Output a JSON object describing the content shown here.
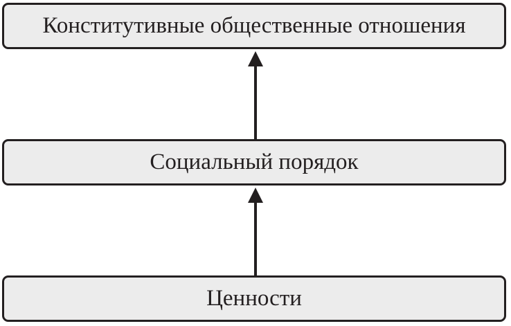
{
  "diagram": {
    "nodes": [
      {
        "id": "top",
        "label": "Конститутивные общественные отношения"
      },
      {
        "id": "middle",
        "label": "Социальный порядок"
      },
      {
        "id": "bottom",
        "label": "Ценности"
      }
    ],
    "edges": [
      {
        "from": "bottom",
        "to": "middle"
      },
      {
        "from": "middle",
        "to": "top"
      }
    ]
  }
}
